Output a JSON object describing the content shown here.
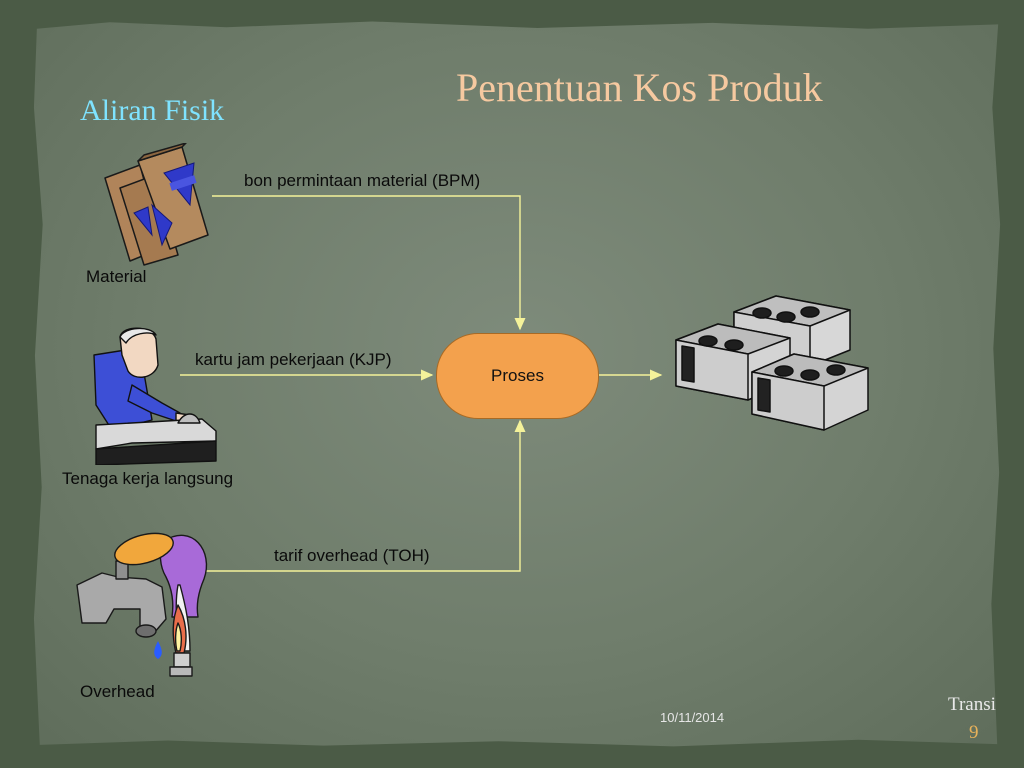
{
  "slide": {
    "title": "Penentuan Kos Produk",
    "subtitle": "Aliran Fisik",
    "date": "10/11/2014",
    "footer_label": "Transi",
    "page_number": "9"
  },
  "diagram": {
    "inputs": [
      {
        "name": "Material",
        "icon": "cement-bags-icon",
        "document": "bon permintaan material (BPM)"
      },
      {
        "name": "Tenaga kerja langsung",
        "icon": "worker-icon",
        "document": "kartu jam pekerjaan (KJP)"
      },
      {
        "name": "Overhead",
        "icon": "utilities-icon",
        "document": "tarif overhead (TOH)"
      }
    ],
    "process": "Proses",
    "output_icon": "concrete-blocks-icon"
  },
  "colors": {
    "title": "#f6c9a0",
    "subtitle": "#7fe3ff",
    "process_fill": "#f3a14d",
    "connector": "#f4f29a",
    "page_number": "#e8b25a"
  }
}
